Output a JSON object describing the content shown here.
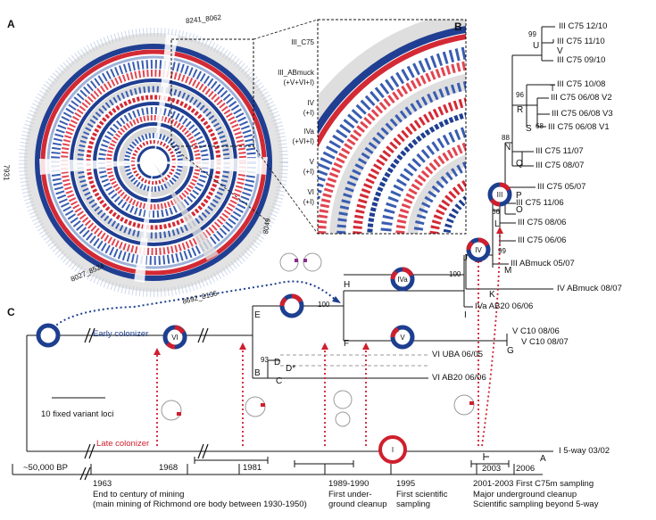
{
  "panels": {
    "a": "A",
    "b": "B",
    "c": "C"
  },
  "panel_a": {
    "coord_labels": [
      "8241_8062",
      "7931",
      "8049",
      "8027_8524",
      "8692_8135"
    ],
    "ring_labels": [
      "III_C75",
      "III_ABmuck\n(+V+VI+I)",
      "IV\n(+I)",
      "IVa\n(+VI+I)",
      "V\n(+I)",
      "VI\n(+I)"
    ]
  },
  "tree": {
    "nodes": [
      "U",
      "V",
      "T",
      "R",
      "S",
      "N",
      "Q",
      "P",
      "O",
      "L",
      "M",
      "J",
      "K",
      "H",
      "I",
      "E",
      "F",
      "G",
      "D",
      "D*",
      "B",
      "C",
      "A"
    ],
    "bootstrap": [
      "99",
      "96",
      "68",
      "88",
      "66",
      "99",
      "100",
      "100",
      "93"
    ],
    "leaves": [
      "III C75 12/10",
      "III C75 11/10",
      "III C75 09/10",
      "III C75 10/08",
      "III C75 06/08 V2",
      "III C75 06/08 V3",
      "III C75 06/08 V1",
      "III C75 11/07",
      "III C75 08/07",
      "III C75 05/07",
      "III C75 11/06",
      "III C75 08/06",
      "III C75 06/06",
      "III ABmuck 05/07",
      "IV ABmuck 08/07",
      "IVa AB20 06/06",
      "V C10 08/06",
      "V C10 08/07",
      "VI UBA 06/05",
      "VI AB20 06/06",
      "I 5-way 03/02"
    ],
    "circle_labels": [
      "III",
      "IV",
      "IVa",
      "V",
      "VI",
      "I"
    ],
    "early_colonizer": "Early colonizer",
    "late_colonizer": "Late colonizer",
    "scale_label": "10 fixed variant loci"
  },
  "timeline": {
    "labels": [
      "~50,000 BP",
      "1968",
      "1981",
      "1963",
      "End to century of mining\n(main mining of Richmond ore body between 1930-1950)",
      "1989-1990",
      "First under-\nground cleanup",
      "1995",
      "First scientific\nsampling",
      "2001-2003",
      "Major underground cleanup\nScientific sampling beyond 5-way",
      "2003",
      "2006",
      "First C75m sampling"
    ]
  },
  "colors": {
    "blue": "#1d3f8f",
    "red": "#cf1f2d",
    "gray": "#bdbdbd"
  }
}
